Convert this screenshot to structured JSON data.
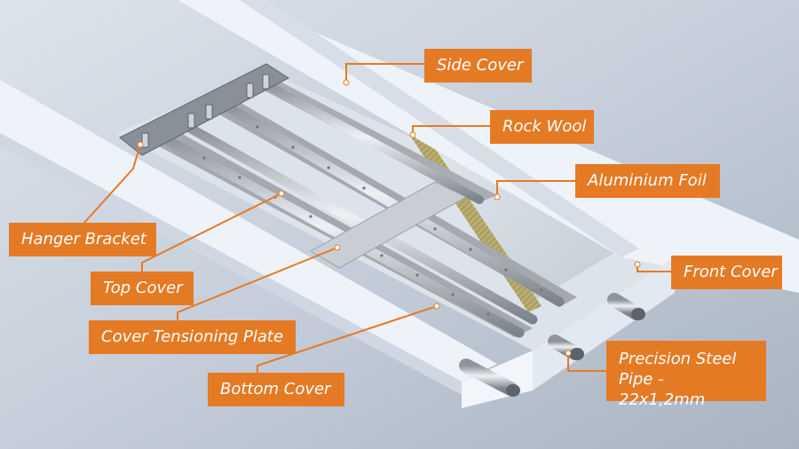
{
  "labels": {
    "side_cover": "Side Cover",
    "rock_wool": "Rock Wool",
    "aluminium_foil": "Aluminium Foil",
    "hanger_bracket": "Hanger Bracket",
    "front_cover": "Front Cover",
    "top_cover": "Top Cover",
    "cover_tensioning_plate": "Cover Tensioning Plate",
    "bottom_cover": "Bottom Cover",
    "precision_steel_pipe": "Precision Steel\nPipe - 22x1,2mm"
  },
  "colors": {
    "accent": "#e57a25",
    "background": "#bcc6d2",
    "cover_white": "#eef3f9",
    "steel": "#a9adb3",
    "rock_wool": "#b9ad72"
  }
}
